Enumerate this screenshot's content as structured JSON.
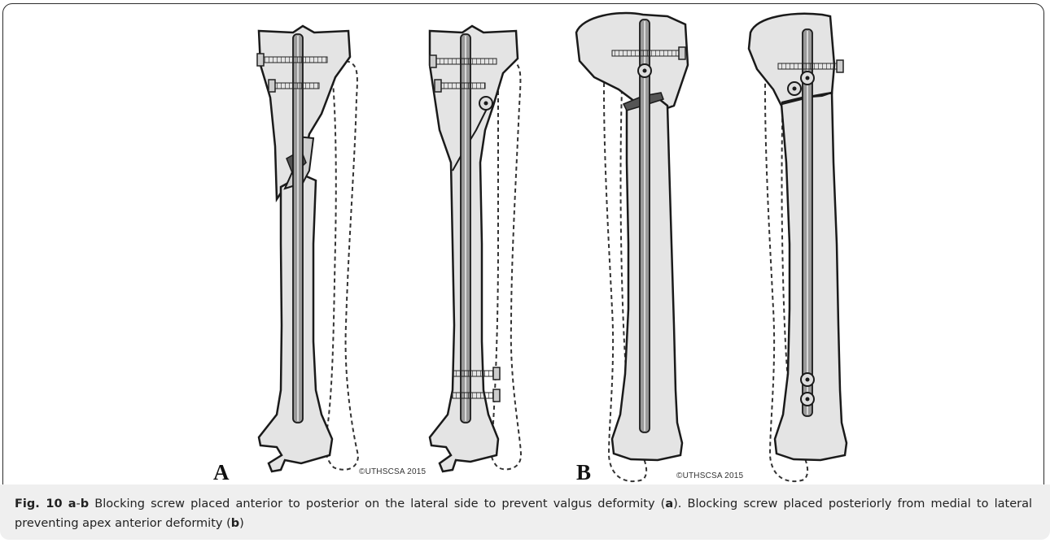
{
  "figure": {
    "panel_a_label": "A",
    "panel_b_label": "B",
    "copyright_a": "©UTHSCSA 2015",
    "copyright_b": "©UTHSCSA 2015"
  },
  "caption": {
    "fig_label": "Fig. 10",
    "part_a": "a",
    "dash": "-",
    "part_b": "b",
    "text_1": " Blocking screw placed anterior to posterior on the lateral side to prevent valgus deformity (",
    "ref_a": "a",
    "text_2": "). Blocking screw placed posteriorly from medial to lateral preventing apex anterior deformity (",
    "ref_b": "b",
    "text_3": ")"
  },
  "colors": {
    "bone_fill": "#e4e4e4",
    "outline": "#1a1a1a",
    "nail": "#9a9a9a",
    "caption_bg": "#efefef"
  }
}
